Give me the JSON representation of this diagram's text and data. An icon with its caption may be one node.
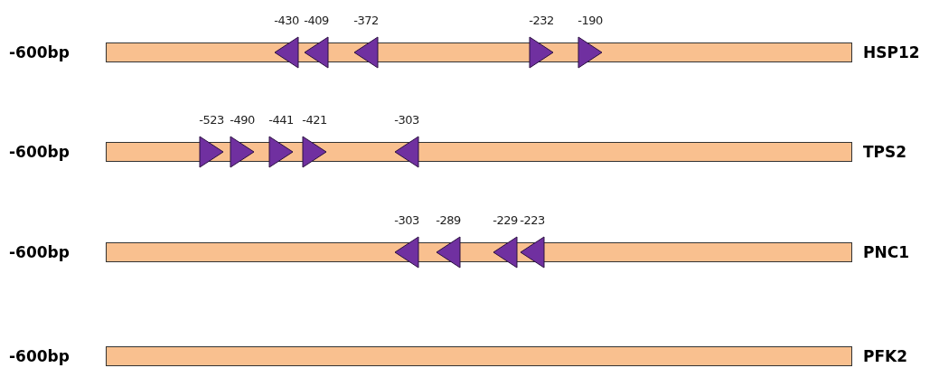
{
  "diagram": {
    "nodes": [
      {
        "text": [
          "-430"
        ]
      },
      {
        "text": [
          "-409"
        ]
      },
      {
        "text": [
          "-372"
        ]
      },
      {
        "text": [
          "-232"
        ]
      },
      {
        "text": [
          "-190"
        ]
      },
      {
        "text": [
          "HSP12"
        ],
        "beside": [
          "-600bp"
        ]
      },
      {
        "text": [
          "-523"
        ]
      },
      {
        "text": [
          "-490"
        ]
      },
      {
        "text": [
          "-441"
        ]
      },
      {
        "text": [
          "-421"
        ]
      },
      {
        "text": [
          "-303"
        ]
      },
      {
        "text": [
          "TPS2"
        ],
        "beside": [
          "-600bp"
        ]
      },
      {
        "text": [
          "-303"
        ]
      },
      {
        "text": [
          "-289"
        ]
      },
      {
        "text": [
          "-229"
        ]
      },
      {
        "text": [
          "-223"
        ]
      },
      {
        "text": [
          "PNC1"
        ],
        "beside": [
          "-600bp"
        ]
      },
      {
        "text": [
          "PFK2"
        ],
        "beside": [
          "-600bp"
        ]
      }
    ],
    "edges": []
  }
}
